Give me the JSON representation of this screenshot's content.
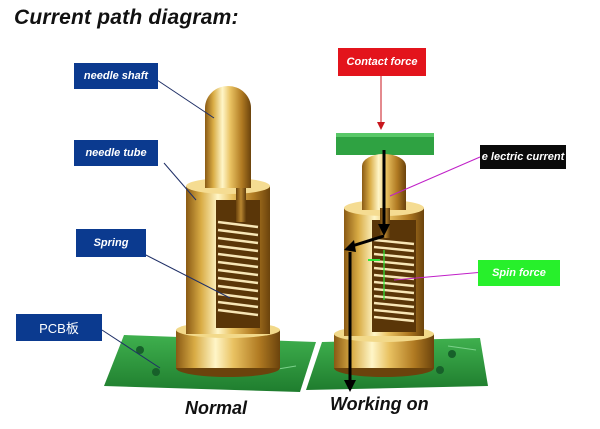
{
  "title": "Current path diagram:",
  "labels": {
    "needle_shaft": "needle shaft",
    "needle_tube": "needle tube",
    "spring": "Spring",
    "pcb": "PCB板",
    "contact_force": "Contact force",
    "electric_current": "e lectric current",
    "spin_force": "Spin force"
  },
  "captions": {
    "left": "Normal",
    "right": "Working on"
  },
  "colors": {
    "label_blue": "#0b3a8f",
    "contact_red": "#e3141c",
    "spin_green": "#27f02b",
    "pcb_green": "#2f9a3e",
    "gold": "#d9ac45"
  }
}
